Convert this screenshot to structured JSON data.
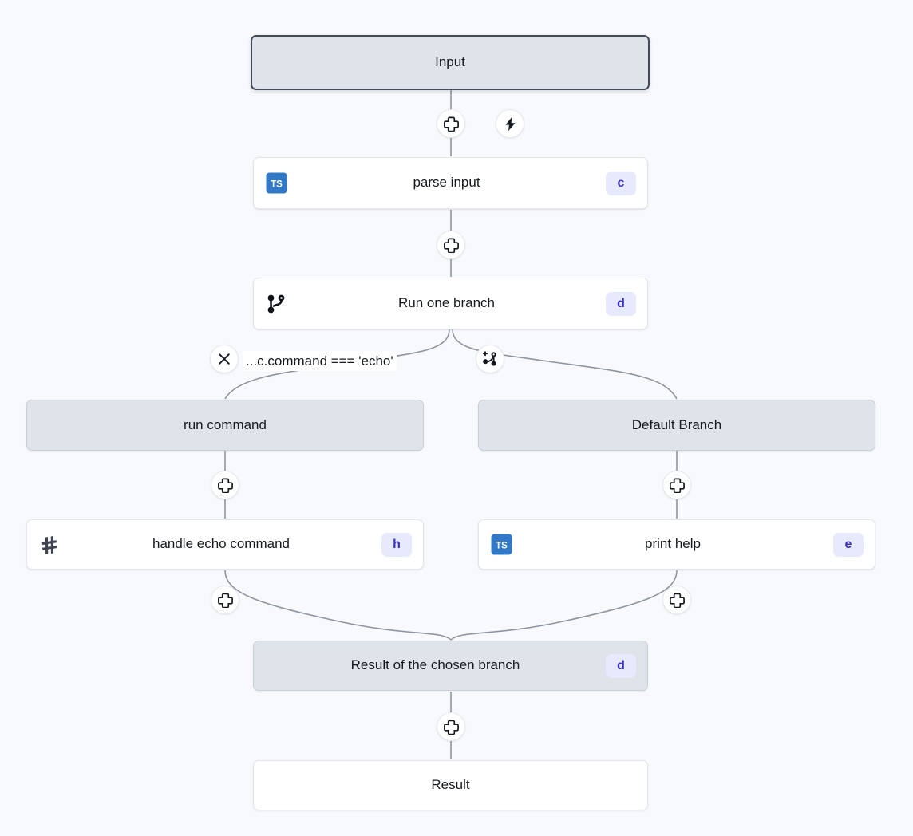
{
  "canvas": {
    "background": "#f8f9fc",
    "edge_color": "#8e95a1",
    "accent_badge_bg": "#e7e9fd",
    "accent_badge_fg": "#3a31c6",
    "virtual_node_bg": "#dfe4ea",
    "selected_border": "#434a58",
    "ts_icon_color": "#3178c6"
  },
  "nodes": {
    "input": {
      "label": "Input"
    },
    "parse_input": {
      "label": "parse input",
      "badge": "c",
      "icon": "typescript-icon"
    },
    "run_one_branch": {
      "label": "Run one branch",
      "badge": "d",
      "icon": "git-branch-icon"
    },
    "run_command": {
      "label": "run command"
    },
    "default_branch": {
      "label": "Default Branch"
    },
    "handle_echo": {
      "label": "handle echo command",
      "badge": "h",
      "icon": "bash-hash-icon"
    },
    "print_help": {
      "label": "print help",
      "badge": "e",
      "icon": "typescript-icon"
    },
    "result_chosen": {
      "label": "Result of the chosen branch",
      "badge": "d"
    },
    "result": {
      "label": "Result"
    }
  },
  "edges": {
    "branch_condition": {
      "label": "...c.command === 'echo'"
    }
  },
  "handles": {
    "add_step_1": {
      "icon": "plus-icon",
      "title": "Add step"
    },
    "trigger": {
      "icon": "lightning-icon",
      "title": "Trigger"
    },
    "add_step_2": {
      "icon": "plus-icon",
      "title": "Add step"
    },
    "remove_branch": {
      "icon": "close-icon",
      "title": "Remove branch"
    },
    "add_branch": {
      "icon": "add-branch-icon",
      "title": "Add branch"
    },
    "add_step_left": {
      "icon": "plus-icon",
      "title": "Add step"
    },
    "add_step_right": {
      "icon": "plus-icon",
      "title": "Add step"
    },
    "add_step_left_2": {
      "icon": "plus-icon",
      "title": "Add step"
    },
    "add_step_right_2": {
      "icon": "plus-icon",
      "title": "Add step"
    },
    "add_step_final": {
      "icon": "plus-icon",
      "title": "Add step"
    }
  }
}
